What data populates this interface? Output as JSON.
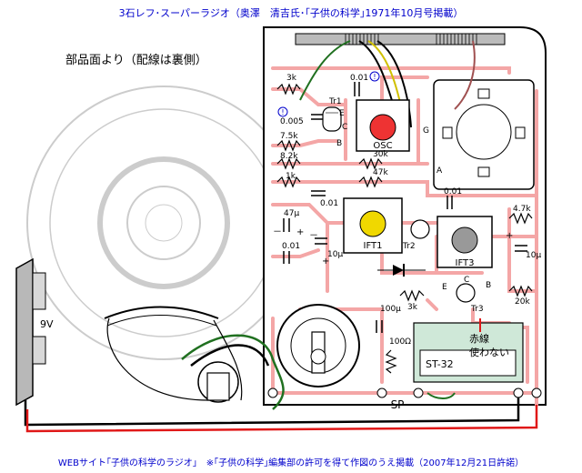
{
  "header_title": "3石レフ･スーパーラジオ（奥澤　清吉氏･｢子供の科学｣1971年10月号掲載）",
  "side_note": "部品面より（配線は裏側）",
  "footer_text": "WEBサイト｢子供の科学のラジオ｣　※｢子供の科学｣編集部の許可を得て作図のうえ掲載（2007年12月21日許諾）",
  "battery_label": "9V",
  "speaker_label": "SP",
  "components": {
    "r_3k_top": "3k",
    "c_001_top": "0.01",
    "c_0005": "0.005",
    "r_75k": "7.5k",
    "r_82k": "8.2k",
    "r_1k": "1k",
    "c_001_mid": "0.01",
    "r_30k": "30k",
    "r_47k": "47k",
    "c_47u": "47μ",
    "c_001_left": "0.01",
    "c_10u_mid": "10μ",
    "c_001_right": "0.01",
    "r_47k_right": "4.7k",
    "c_10u_right": "10μ",
    "r_20k": "20k",
    "c_100u": "100μ",
    "r_3k_low": "3k",
    "r_100": "100Ω",
    "tr1": "Tr1",
    "tr2": "Tr2",
    "tr3": "Tr3",
    "osc": "OSC",
    "ift1": "IFT1",
    "ift3": "IFT3",
    "pin_e1": "E",
    "pin_c1": "C",
    "pin_b1": "B",
    "pin_e3": "E",
    "pin_c3": "C",
    "pin_b3": "B",
    "pin_g": "G",
    "pin_a": "A",
    "plus_1": "+",
    "minus_1": "－",
    "plus_2": "+",
    "minus_2": "－",
    "plus_3": "+",
    "transformer_label": "ST-32",
    "red_wire_note": "赤線",
    "unused_note": "使わない",
    "info_mark": "!"
  },
  "colors": {
    "pcb_trace": "#f4a6a6",
    "wire_red": "#e01818",
    "wire_green": "#207020",
    "osc_core": "#ee3333",
    "ift1_core": "#f0d800",
    "ift3_core": "#999999",
    "title_blue": "#0000cc",
    "transformer": "#cfe8d8"
  }
}
